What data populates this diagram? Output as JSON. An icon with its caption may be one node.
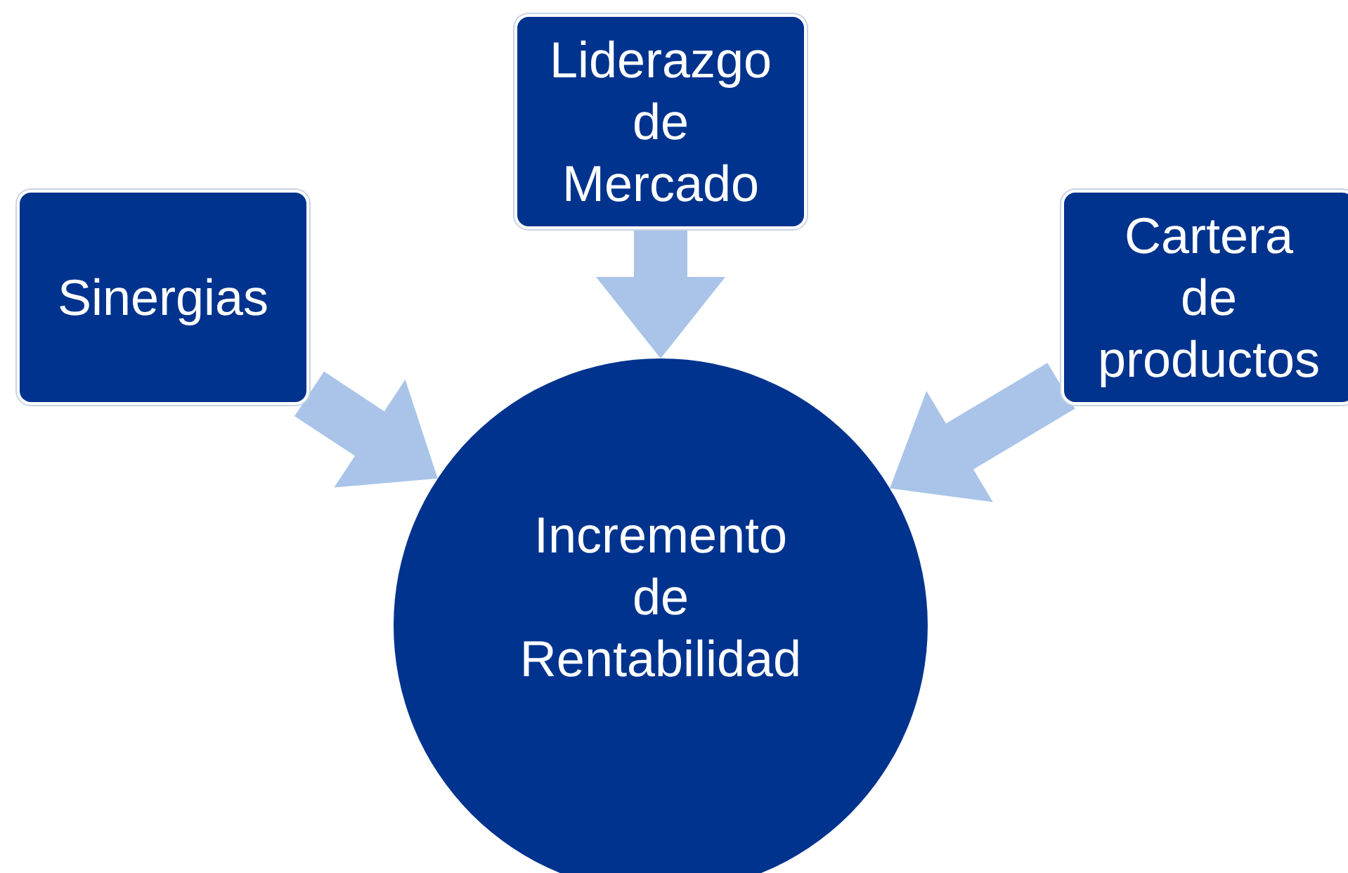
{
  "diagram": {
    "nodes": [
      {
        "text": [
          "Sinergias"
        ]
      },
      {
        "text": [
          "Liderazgo de Mercado"
        ]
      },
      {
        "text": [
          "Cartera de productos"
        ]
      },
      {
        "text": [
          "Incremento de Rentabilidad"
        ]
      }
    ],
    "edges": [
      {
        "from": 0,
        "to": 3,
        "arrow": "to"
      },
      {
        "from": 1,
        "to": 3,
        "arrow": "to"
      },
      {
        "from": 2,
        "to": 3,
        "arrow": "to"
      }
    ]
  }
}
